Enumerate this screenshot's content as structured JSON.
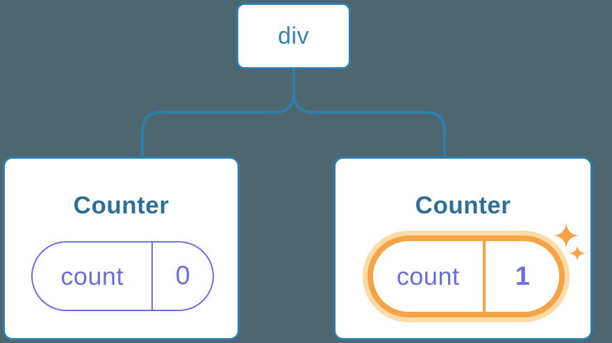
{
  "diagram": {
    "description": "Component tree: a div root with two Counter children, each holding a count state pill; the second counter's state was updated",
    "root": {
      "label": "div"
    },
    "children": [
      {
        "title": "Counter",
        "state": {
          "key": "count",
          "value": "0"
        },
        "highlighted": false
      },
      {
        "title": "Counter",
        "state": {
          "key": "count",
          "value": "1"
        },
        "highlighted": true
      }
    ]
  },
  "colors": {
    "background": "#4D6670",
    "tree_line": "#2E7EAC",
    "root_label": "#3B80AC",
    "card_title": "#2E6F96",
    "card_background": "#FFFFFF",
    "state_accent": "#6B6EDB",
    "highlight_border": "#F4A446",
    "highlight_glow": "#FBDCA9"
  }
}
